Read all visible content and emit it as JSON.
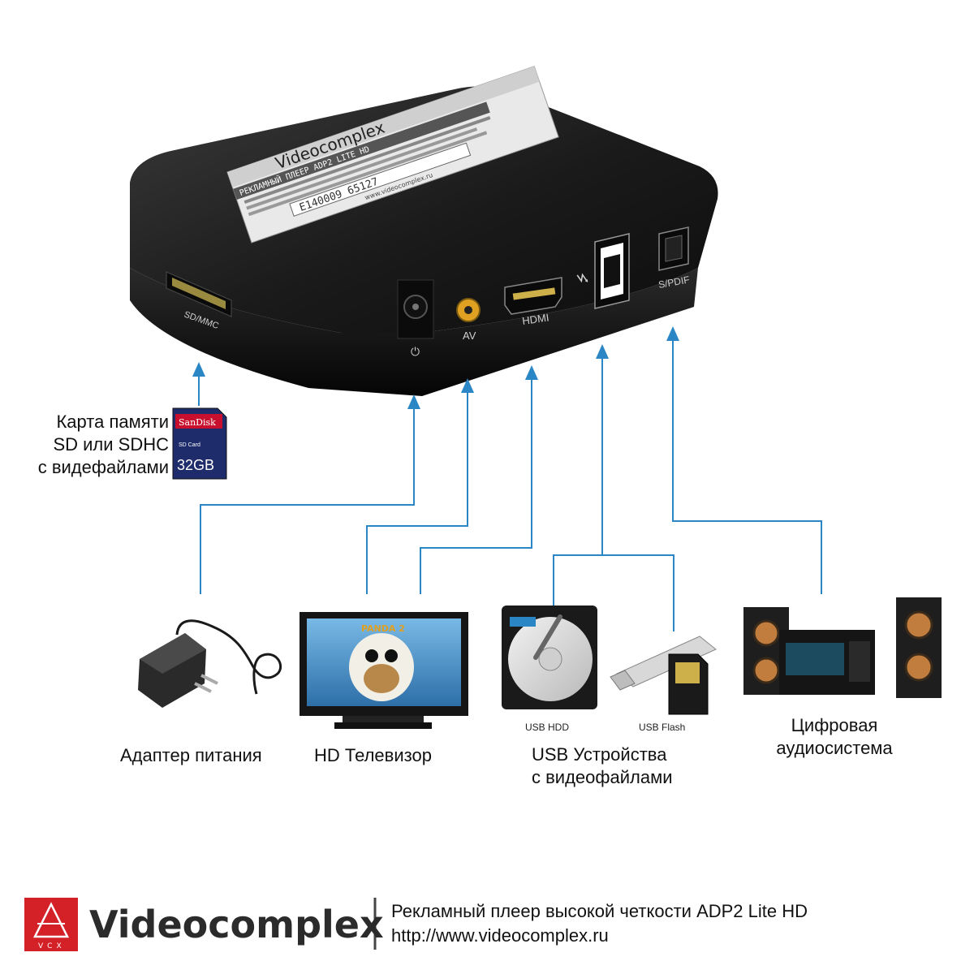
{
  "device": {
    "brand": "Videocomplex",
    "panel_title": "РЕКЛАМНЫЙ ПЛЕЕР ADP2 LITE HD",
    "serial": "E140009 65127",
    "website_small": "www.videocomplex.ru",
    "ports": {
      "sd": "SD/MMC",
      "av": "AV",
      "hdmi": "HDMI",
      "spdif": "S/PDIF"
    }
  },
  "sd_card": {
    "label_lines": [
      "Карта памяти",
      "SD или SDHC",
      "с видефайлами"
    ],
    "card_brand": "SanDisk",
    "card_type": "SD Card",
    "card_capacity": "32GB"
  },
  "devices": {
    "power": "Адаптер питания",
    "tv": "HD Телевизор",
    "tv_screen_text": "PANDA 2",
    "usb_lines": [
      "USB Устройства",
      "с видеофайлами"
    ],
    "usb_hdd": "USB HDD",
    "usb_flash": "USB Flash",
    "audio_lines": [
      "Цифровая",
      "аудиосистема"
    ]
  },
  "footer": {
    "logo_text": "VCX",
    "brand": "Videocomplex",
    "line1": "Рекламный плеер высокой четкости ADP2 Lite HD",
    "line2": "http://www.videocomplex.ru"
  },
  "colors": {
    "connector": "#2a86c5",
    "device_body": "#1c1c1c",
    "logo_red": "#d42027"
  }
}
